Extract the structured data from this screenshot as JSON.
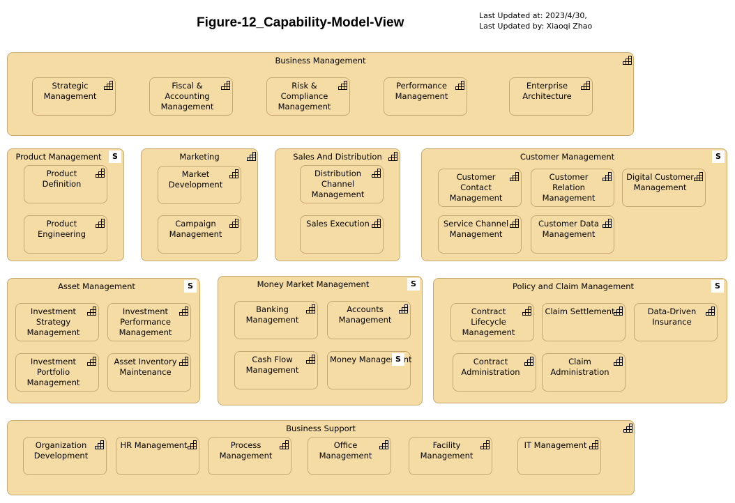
{
  "diagram": {
    "title": "Figure-12_Capability-Model-View",
    "last_updated_at": "Last Updated at: 2023/4/30,",
    "last_updated_by": "Last Updated by: Xiaoqi Zhao",
    "groups": {
      "business_management": {
        "title": "Business Management",
        "items": [
          "Strategic Management",
          "Fiscal & Accounting Management",
          "Risk & Compliance Management",
          "Performance Management",
          "Enterprise Architecture"
        ]
      },
      "product_management": {
        "title": "Product Management",
        "items": [
          "Product Definition",
          "Product Engineering"
        ]
      },
      "marketing": {
        "title": "Marketing",
        "items": [
          "Market Development",
          "Campaign Management"
        ]
      },
      "sales_distribution": {
        "title": "Sales And Distribution",
        "items": [
          "Distribution Channel Management",
          "Sales Execution"
        ]
      },
      "customer_management": {
        "title": "Customer Management",
        "items": [
          "Customer Contact Management",
          "Customer Relation Management",
          "Digital Customer Management",
          "Service Channel Management",
          "Customer Data Management"
        ]
      },
      "asset_management": {
        "title": "Asset Management",
        "items": [
          "Investment Strategy Management",
          "Investment Performance Management",
          "Investment Portfolio Management",
          "Asset Inventory Maintenance"
        ]
      },
      "money_market": {
        "title": "Money Market Management",
        "items": [
          "Banking Management",
          "Accounts Management",
          "Cash Flow Management",
          "Money Management"
        ]
      },
      "policy_claim": {
        "title": "Policy and Claim Management",
        "items": [
          "Contract Lifecycle Management",
          "Claim Settlement",
          "Data-Driven Insurance",
          "Contract Administration",
          "Claim Administration"
        ]
      },
      "business_support": {
        "title": "Business Support",
        "items": [
          "Organization Development",
          "HR Management",
          "Process Management",
          "Office Management",
          "Facility Management",
          "IT Management"
        ]
      }
    },
    "badge_label": "S",
    "icon_name": "capability-icon",
    "colors": {
      "fill": "#f5dca5",
      "border": "#c5a870"
    }
  }
}
